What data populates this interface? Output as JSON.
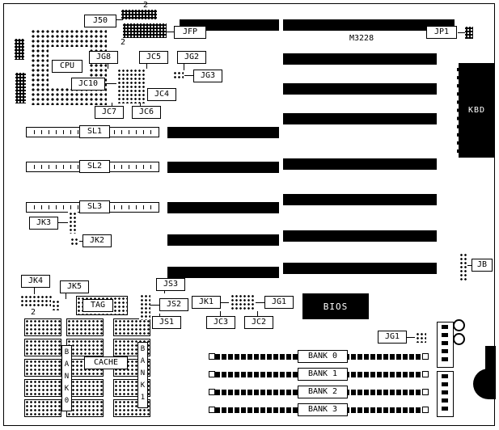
{
  "board": {
    "model": "M3228"
  },
  "labels": {
    "j50": "J50",
    "jfp": "JFP",
    "jp1": "JP1",
    "jg8": "JG8",
    "jc5": "JC5",
    "jg2": "JG2",
    "jg3": "JG3",
    "jc10": "JC10",
    "jc4": "JC4",
    "jc7": "JC7",
    "jc6": "JC6",
    "cpu": "CPU",
    "kbd": "KBD",
    "sl1": "SL1",
    "sl2": "SL2",
    "sl3": "SL3",
    "jk3": "JK3",
    "jk2": "JK2",
    "jb": "JB",
    "jk4": "JK4",
    "jk5": "JK5",
    "tag": "TAG",
    "js3": "JS3",
    "js2": "JS2",
    "js1": "JS1",
    "jk1": "JK1",
    "jg1_center": "JG1",
    "jc3": "JC3",
    "jc2": "JC2",
    "bios": "BIOS",
    "jg1_right": "JG1",
    "cache": "CACHE"
  },
  "markers": {
    "top_pin2": "2",
    "jfp_pin2": "2",
    "jk4_pin2": "2"
  },
  "memory": {
    "cache_bank0": "B\nA\nN\nK\n0",
    "cache_bank1": "B\nA\nN\nK\n1",
    "simm_banks": [
      "BANK 0",
      "BANK 1",
      "BANK 2",
      "BANK 3"
    ]
  }
}
